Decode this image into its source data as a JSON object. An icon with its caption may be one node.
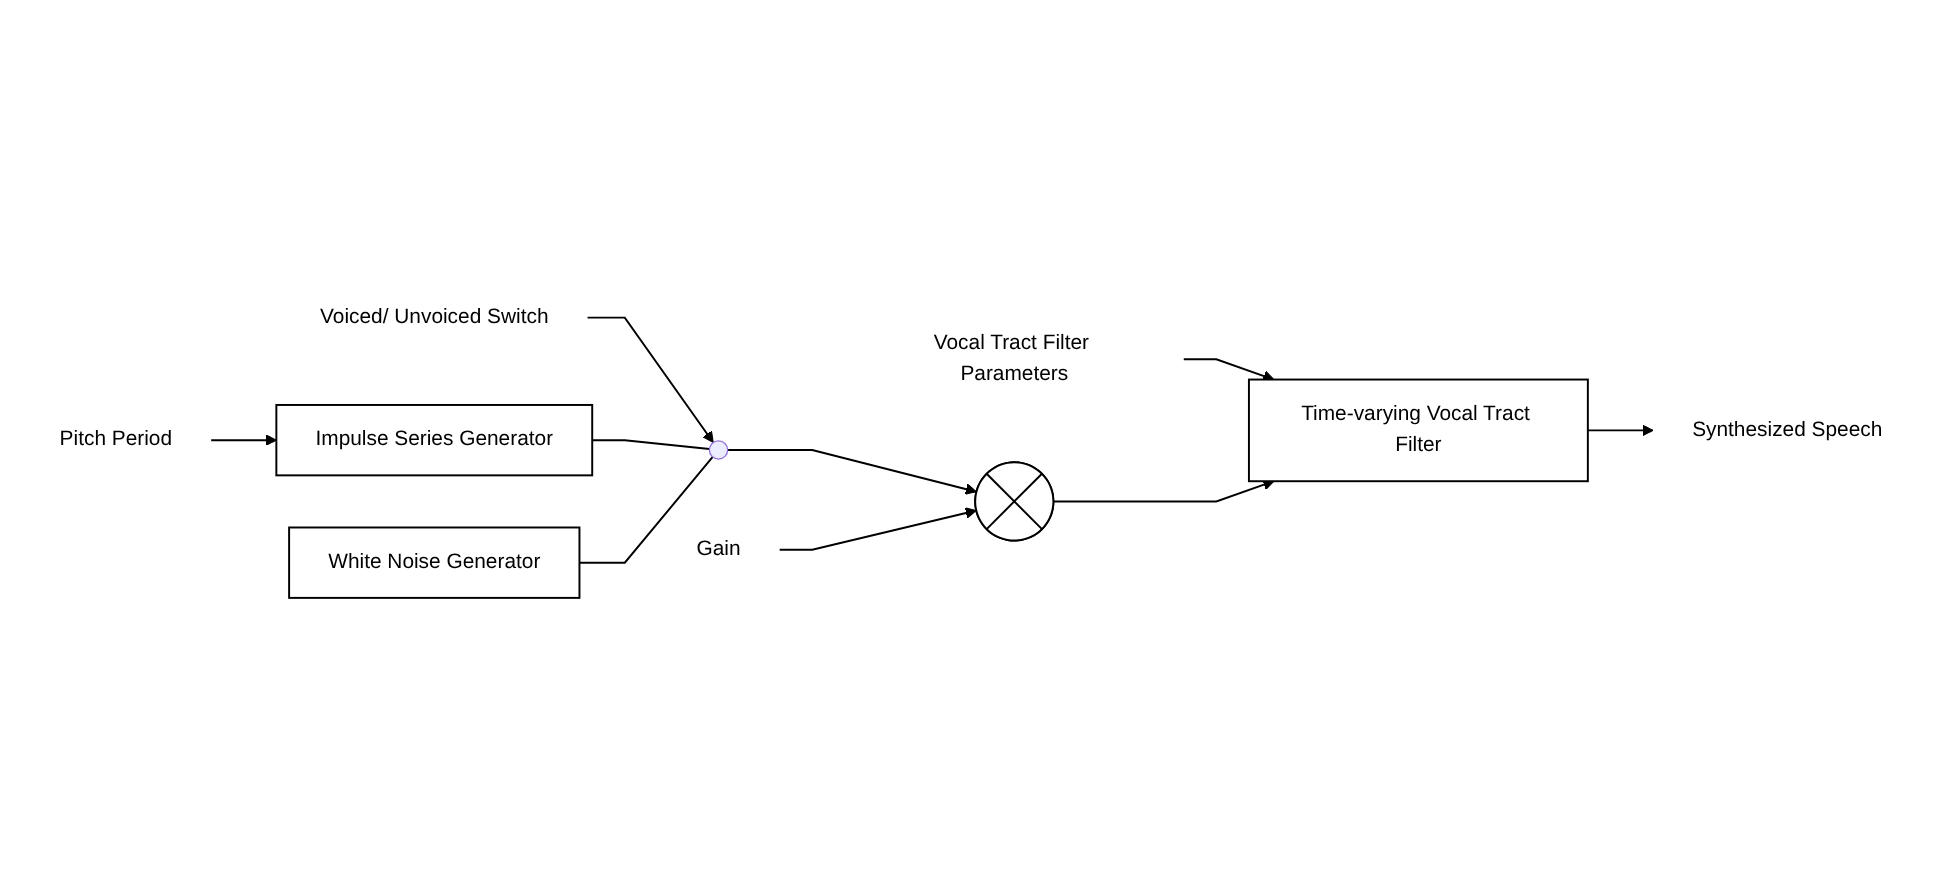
{
  "diagram": {
    "nodes": [
      {
        "text": [
          "Pitch Period"
        ]
      },
      {
        "text": [
          "Impulse Series Generator"
        ]
      },
      {
        "text": [
          "Voiced/ Unvoiced Switch"
        ]
      },
      {
        "text": [],
        "shape": "switch"
      },
      {
        "text": [
          "White Noise Generator"
        ]
      },
      {
        "text": [
          "Gain"
        ]
      },
      {
        "text": [],
        "shape": "circle"
      },
      {
        "text": [
          "Vocal Tract Filter Parameters"
        ]
      },
      {
        "text": [
          "Time-varying Vocal Tract Filter"
        ]
      },
      {
        "text": [
          "Synthesized Speech"
        ]
      }
    ],
    "edges": [
      {
        "from": 0,
        "to": 1,
        "arrow": "to"
      },
      {
        "from": 2,
        "to": 3,
        "arrow": "to"
      },
      {
        "from": 1,
        "to": 3,
        "arrow": "none"
      },
      {
        "from": 4,
        "to": 3,
        "arrow": "none"
      },
      {
        "from": 3,
        "to": 6,
        "arrow": "to"
      },
      {
        "from": 5,
        "to": 6,
        "arrow": "to"
      },
      {
        "from": 7,
        "to": 8,
        "arrow": "to"
      },
      {
        "from": 6,
        "to": 8,
        "arrow": "to"
      },
      {
        "from": 8,
        "to": 9,
        "arrow": "to"
      }
    ]
  }
}
